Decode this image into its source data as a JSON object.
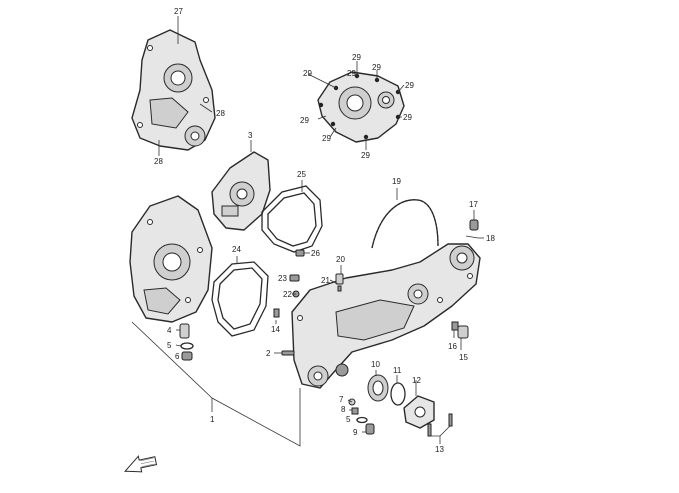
{
  "diagram": {
    "callouts": [
      "27",
      "28",
      "28",
      "3",
      "29",
      "29",
      "29",
      "29",
      "29",
      "29",
      "29",
      "29",
      "29",
      "25",
      "19",
      "17",
      "18",
      "26",
      "24",
      "20",
      "21",
      "23",
      "22",
      "4",
      "5",
      "6",
      "14",
      "2",
      "1",
      "16",
      "15",
      "10",
      "11",
      "12",
      "7",
      "8",
      "5",
      "9",
      "13"
    ]
  },
  "colors": {
    "line": "#2a2a2a",
    "part_fill": "#e6e6e6",
    "background": "#ffffff"
  },
  "icons": [
    "front-arrow-icon"
  ]
}
